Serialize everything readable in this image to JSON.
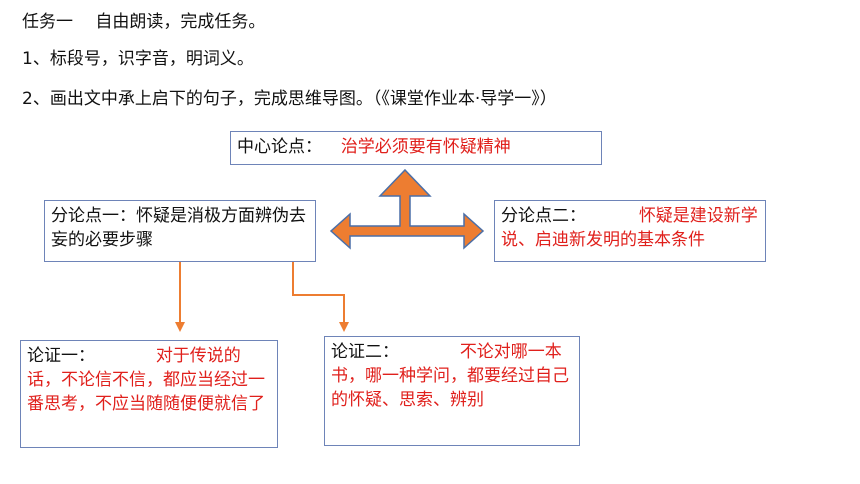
{
  "lines": {
    "task_title": "任务一　 自由朗读，完成任务。",
    "step_1": "1、标段号，识字音，明词义。",
    "step_2": "2、画出文中承上启下的句子，完成思维导图。（《课堂作业本·导学一》）"
  },
  "map": {
    "center": {
      "label": "中心论点：",
      "answer": "治学必须要有怀疑精神"
    },
    "sub_point_1": {
      "text": "分论点一：怀疑是消极方面辨伪去妄的必要步骤"
    },
    "sub_point_2": {
      "label": "分论点二：",
      "answer": "怀疑是建设新学说、启迪新发明的基本条件"
    },
    "proof_1": {
      "label": "论证一：",
      "answer": "对于传说的话，不论信不信，都应当经过一番思考，不应当随随便便就信了"
    },
    "proof_2": {
      "label": "论证二：",
      "answer": "不论对哪一本书，哪一种学问，都要经过自己的怀疑、思索、辨别"
    }
  },
  "colors": {
    "answer_red": "#e0201c",
    "box_border": "#6e84b8",
    "arrow_fill": "#ed7d31",
    "arrow_stroke": "#4a6fa8"
  }
}
